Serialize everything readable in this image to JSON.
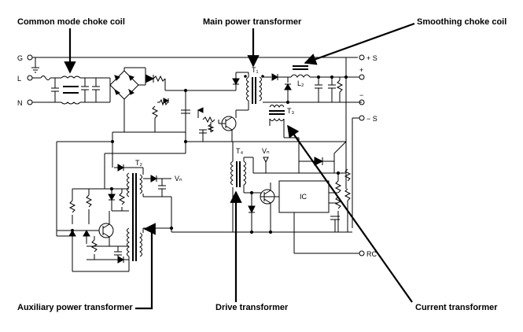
{
  "labels": {
    "common_mode": "Common mode choke coil",
    "main_power": "Main power transformer",
    "smoothing": "Smoothing choke coil",
    "auxiliary": "Auxiliary power transformer",
    "drive": "Drive transformer",
    "current": "Current transformer"
  },
  "terminals": {
    "g": "G",
    "l": "L",
    "n": "N",
    "plus_s": "+ S",
    "plus": "+",
    "minus": "−",
    "minus_s": "− S",
    "rc": "RC"
  },
  "components": {
    "t1": "T₁",
    "t2": "T₂",
    "t3": "T₃",
    "t4": "T₄",
    "l2": "L₂",
    "vn_top": "Vₙ",
    "vn_aux": "Vₙ",
    "ic": "IC"
  }
}
